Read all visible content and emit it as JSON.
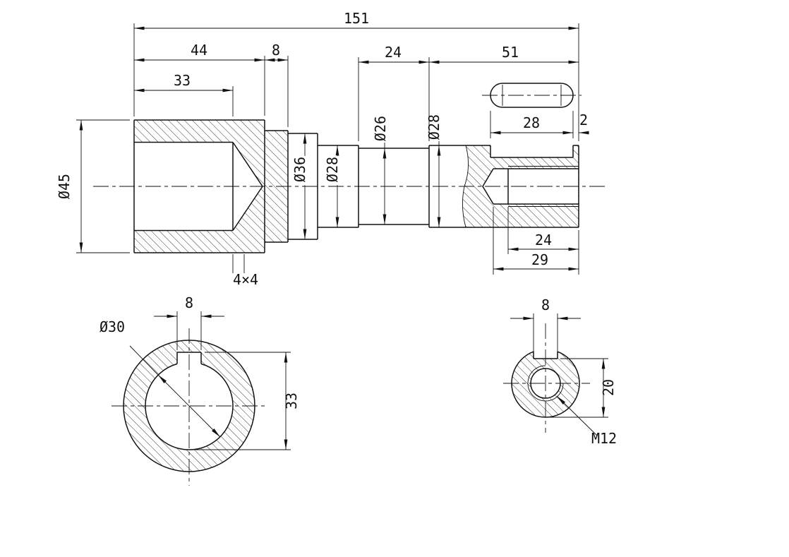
{
  "main_view": {
    "overall_length": "151",
    "sleeve_length": "44",
    "collar_width": "8",
    "bore_depth": "33",
    "neck_length": "24",
    "tail_length": "51",
    "dia_outer": "Ø45",
    "dia_36": "Ø36",
    "dia_28_front": "Ø28",
    "dia_26": "Ø26",
    "dia_28_rear": "Ø28",
    "keyway_length": "28",
    "keyway_end_gap": "2",
    "thread_depth": "24",
    "hole_depth": "29",
    "groove": "4×4"
  },
  "section_left": {
    "keyway_width": "8",
    "bore_dia": "Ø30",
    "keyway_span": "33"
  },
  "section_right": {
    "keyway_width": "8",
    "flat_height": "20",
    "thread": "M12"
  }
}
